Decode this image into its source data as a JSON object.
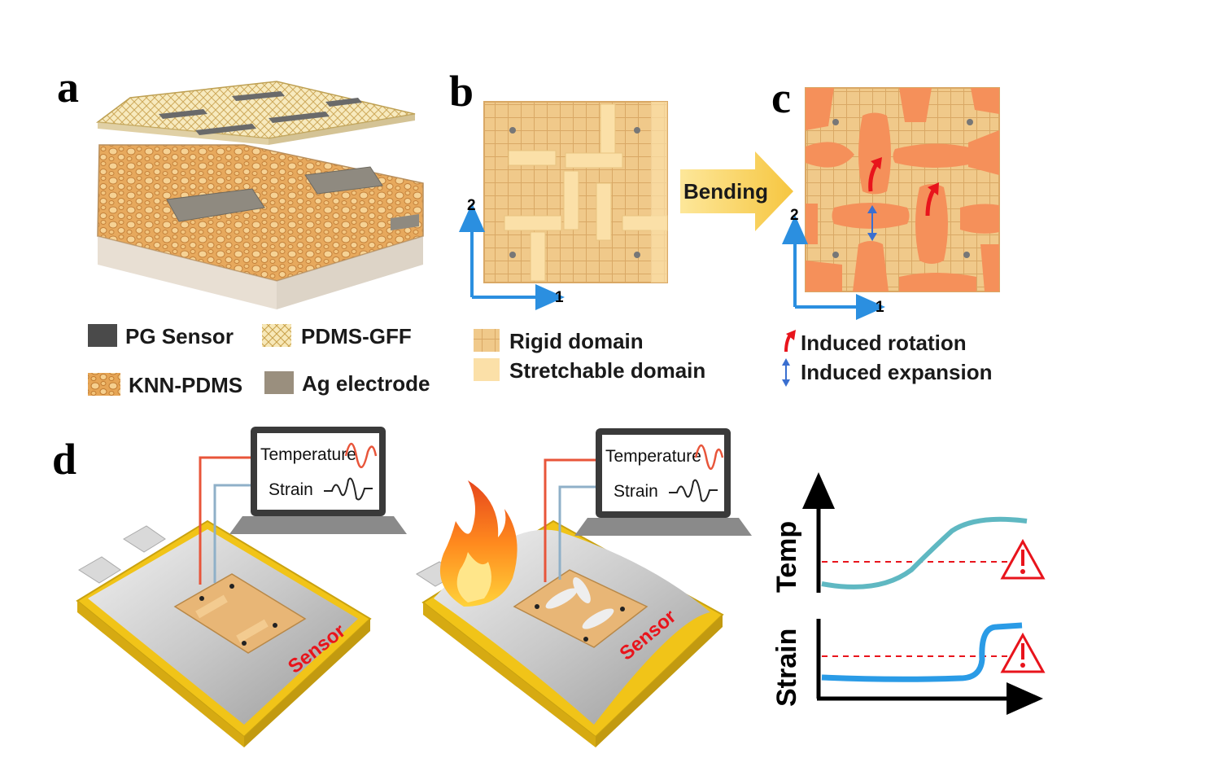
{
  "panels": {
    "a": "a",
    "b": "b",
    "c": "c",
    "d": "d"
  },
  "legend_a": {
    "pg_sensor": "PG Sensor",
    "pdms_gff": "PDMS-GFF",
    "knn_pdms": "KNN-PDMS",
    "ag_electrode": "Ag electrode"
  },
  "legend_b": {
    "rigid": "Rigid domain",
    "stretchable": "Stretchable domain"
  },
  "legend_c": {
    "rotation": "Induced rotation",
    "expansion": "Induced expansion"
  },
  "arrow_label": "Bending",
  "axes": {
    "one": "1",
    "two": "2"
  },
  "monitor": {
    "temperature": "Temperature",
    "strain": "Strain"
  },
  "sensor_label": "Sensor",
  "plots": {
    "temp": "Temp",
    "strain": "Strain"
  },
  "colors": {
    "rigid": "#f0c98a",
    "stretchable": "#fbe0a8",
    "expansion_fill": "#f5905a",
    "axis_blue": "#2b8fe0",
    "temp_curve": "#5fb8c2",
    "strain_curve": "#2a9be6",
    "threshold": "#e8141c",
    "bend_arrow": "#f7cf4a"
  },
  "icons": [
    "warning-icon",
    "flame-icon",
    "laptop-icon",
    "battery-icon"
  ]
}
